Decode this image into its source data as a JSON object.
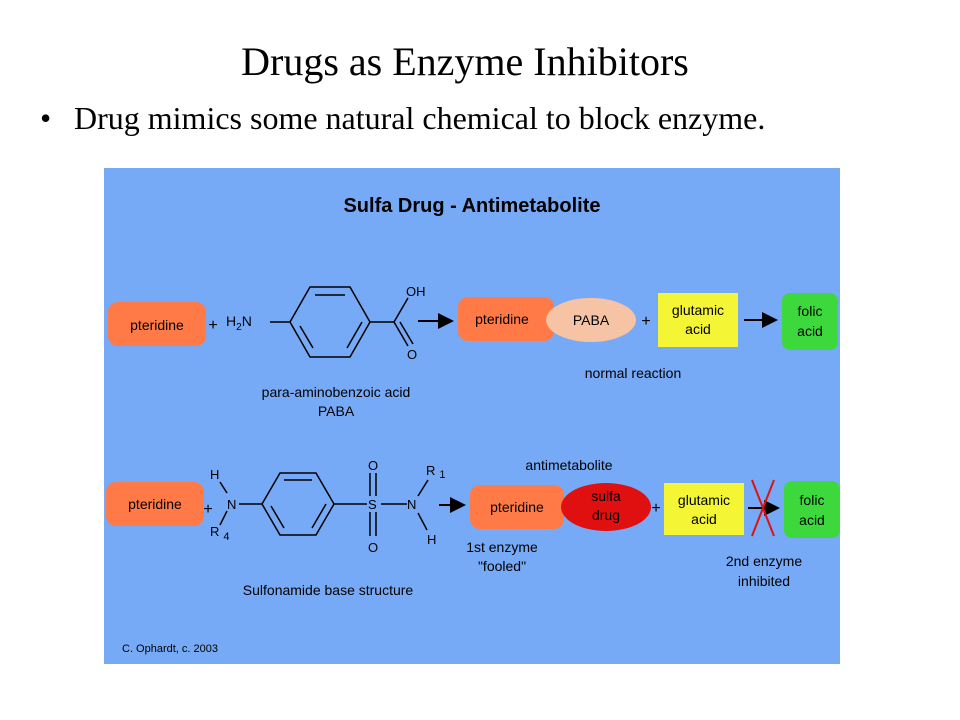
{
  "slide": {
    "title": "Drugs as Enzyme Inhibitors",
    "bullet": "Drug mimics some natural chemical to block enzyme."
  },
  "figure": {
    "title": "Sulfa Drug - Antimetabolite",
    "credit": "C. Ophardt, c. 2003",
    "colors": {
      "background": "#76aaf7",
      "pteridine": "#ff7a46",
      "paba": "#f6c3a4",
      "glutamic": "#f4f534",
      "folic": "#3cd83c",
      "sulfa": "#e01010",
      "block_mark": "#e01010"
    },
    "row1": {
      "pteridine": "pteridine",
      "plus": "+",
      "amine": "H",
      "amine_sub": "2",
      "amine_n": "N",
      "oh": "OH",
      "o": "O",
      "molecule_name": "para-aminobenzoic acid",
      "molecule_abbr": "PABA",
      "product_pteridine": "pteridine",
      "product_paba": "PABA",
      "plus2": "+",
      "glutamic_1": "glutamic",
      "glutamic_2": "acid",
      "folic_1": "folic",
      "folic_2": "acid",
      "caption": "normal reaction"
    },
    "row2": {
      "pteridine": "pteridine",
      "plus": "+",
      "h": "H",
      "n": "N",
      "r4": "R",
      "r4_sub": "4",
      "o_top": "O",
      "s": "S",
      "o_bottom": "O",
      "n2": "N",
      "r1": "R",
      "r1_sub": "1",
      "h2": "H",
      "antimetabolite": "antimetabolite",
      "product_pteridine": "pteridine",
      "sulfa_1": "sulfa",
      "sulfa_2": "drug",
      "plus2": "+",
      "glutamic_1": "glutamic",
      "glutamic_2": "acid",
      "folic_1": "folic",
      "folic_2": "acid",
      "enzyme1_1": "1st enzyme",
      "enzyme1_2": "\"fooled\"",
      "enzyme2_1": "2nd enzyme",
      "enzyme2_2": "inhibited",
      "structure_name": "Sulfonamide base structure"
    }
  }
}
